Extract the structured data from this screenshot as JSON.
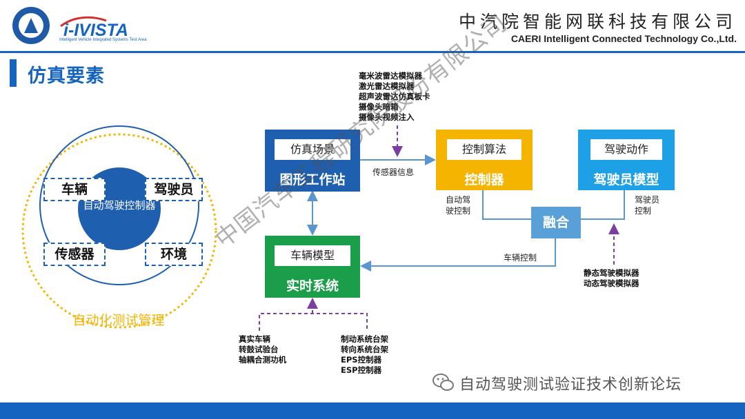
{
  "header": {
    "company_cn": "中汽院智能网联科技有限公司",
    "company_en": "CAERI Intelligent Connected Technology Co.,Ltd.",
    "logo_text": "i-IVISTA",
    "logo_tagline": "Intelligent Vehicle Integrated Systems Test Area"
  },
  "page": {
    "title": "仿真要素"
  },
  "left_diagram": {
    "center": "自动驾驶控制器",
    "items": [
      "车辆",
      "驾驶员",
      "传感器",
      "环境"
    ],
    "ring_label": "自动化测试管理"
  },
  "nodes": {
    "scene": {
      "top": "仿真场景",
      "bottom": "图形工作站"
    },
    "control": {
      "top": "控制算法",
      "bottom": "控制器"
    },
    "driver": {
      "top": "驾驶动作",
      "bottom": "驾驶员模型"
    },
    "vehicle": {
      "top": "车辆模型",
      "bottom": "实时系统"
    },
    "fusion": "融合"
  },
  "labels": {
    "sensor_info": "传感器信息",
    "auto_drive_control": [
      "自动驾",
      "驶控制"
    ],
    "driver_control": [
      "驾驶员",
      "控制"
    ],
    "vehicle_control": "车辆控制"
  },
  "sensor_sims": [
    "毫米波雷达模拟器",
    "激光雷达模拟器",
    "超声波雷达仿真板卡",
    "摄像头暗箱",
    "摄像头视频注入"
  ],
  "driver_sims": [
    "静态驾驶模拟器",
    "动态驾驶模拟器"
  ],
  "vehicle_hw_left": [
    "真实车辆",
    "转鼓试验台",
    "轴耦合测功机"
  ],
  "vehicle_hw_right": [
    "制动系统台架",
    "转向系统台架",
    "EPS控制器",
    "ESP控制器"
  ],
  "watermark": "中国汽车工程研究院股份有限公司",
  "footer": {
    "brand": "自动驾驶测试验证技术创新论坛"
  },
  "colors": {
    "primary": "#1565c0",
    "yellow": "#f5b400",
    "cyan": "#1ea0e6",
    "green": "#1a9e4a",
    "ring": "#f5b400"
  }
}
